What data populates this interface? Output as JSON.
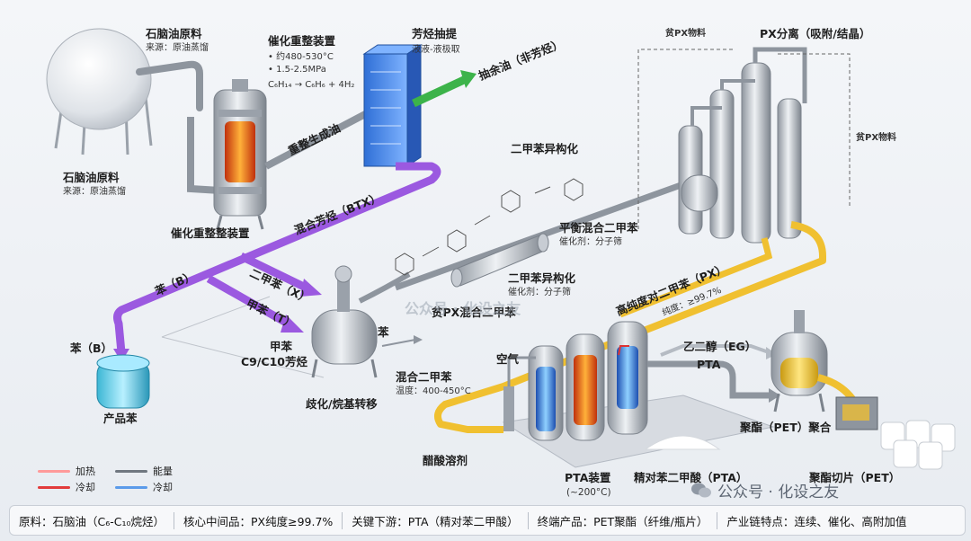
{
  "labels": {
    "naphtha_title": "石脑油原料",
    "naphtha_source": "来源：原油蒸馏",
    "reformer_title": "催化重整装置",
    "reformer_temp": "• 约480-530°C",
    "reformer_pressure": "• 1.5-2.5MPa",
    "reformer_reaction": "C₆H₁₄ → C₆H₆ + 4H₂",
    "naphtha_tank_title": "石脑油原料",
    "naphtha_tank_source": "来源：原油蒸馏",
    "reformer_unit": "催化重整整装置",
    "reformate": "重整生成油",
    "aromatics_title": "芳烃抽提",
    "aromatics_method": "液液-液极取",
    "raffinate": "抽余油（非芳烃）",
    "btx": "混合芳烃（BTX）",
    "benzene_line": "苯（B）",
    "benzene_tank_label": "苯（B）",
    "benzene_product": "产品苯",
    "xylene_line": "二甲苯（X）",
    "toluene_line": "甲苯（T）",
    "toluene_c9": "甲苯",
    "c9c10": "C9/C10芳烃",
    "benzene_out": "苯",
    "mixed_xylene": "混合二甲苯",
    "mixed_xylene_temp": "温度：400-450°C",
    "transalkylation": "歧化/烷基转移",
    "isomerization_title": "二甲苯异构化",
    "equilibrium_xylene": "平衡混合二甲苯",
    "equilibrium_catalyst": "催化剂：分子筛",
    "isomerization_unit": "二甲苯异构化",
    "isomerization_catalyst": "催化剂：分子筛",
    "lean_px_mix": "贫PX混合二甲苯",
    "lean_px_top": "贫PX物料",
    "px_separation": "PX分离（吸附/结晶）",
    "lean_px_right": "贫PX物料",
    "high_purity_px": "高纯度对二甲苯（PX）",
    "px_purity": "纯度：≥99.7%",
    "air": "空气",
    "eg": "乙二醇（EG）",
    "pta_arrow": "PTA",
    "acetic_acid": "醋酸溶剂",
    "pta_unit": "PTA装置",
    "pta_temp": "(~200°C)",
    "pta_product": "精对苯二甲酸（PTA）",
    "polymerization": "聚酯（PET）聚合",
    "pet_chips": "聚酯切片（PET）",
    "watermark": "公众号 · 化设之友"
  },
  "legend": {
    "heating": "加热",
    "energy": "能量",
    "cooling_red": "冷却",
    "cooling_blue": "冷却"
  },
  "footer": {
    "feed": "原料：石脑油（C₆-C₁₀烷烃）",
    "intermediate": "核心中间品：PX纯度≥99.7%",
    "downstream": "关键下游：PTA（精对苯二甲酸）",
    "terminal": "终端产品：PET聚酯（纤维/瓶片）",
    "feature": "产业链特点：连续、催化、高附加值"
  },
  "brand": "公众号 · 化设之友",
  "colors": {
    "btx_pipe": "#9b59e0",
    "px_pipe": "#f0c030",
    "raffinate_arrow": "#3cb34a",
    "steel": "#b8bec6",
    "heat": "#ff5a1e",
    "cool": "#3b7de0"
  }
}
